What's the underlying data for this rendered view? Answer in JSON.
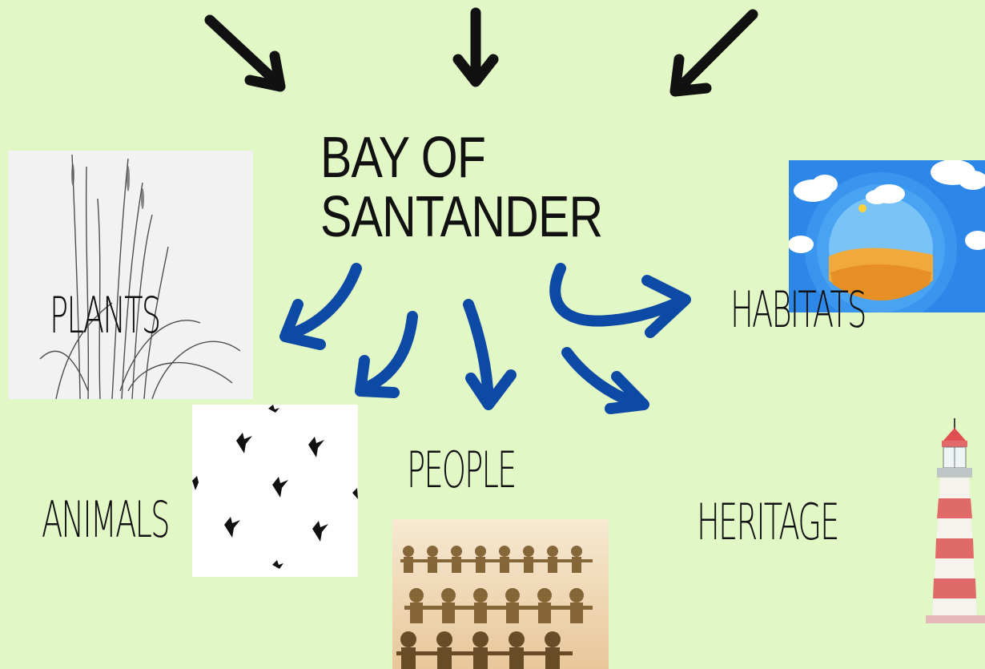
{
  "title_line1": "BAY OF",
  "title_line2": "SANTANDER",
  "labels": {
    "plants": "PLANTS",
    "animals": "ANIMALS",
    "people": "PEOPLE",
    "habitats": "HABITATS",
    "heritage": "HERITAGE"
  },
  "colors": {
    "background": "#e2f7c6",
    "arrow_black": "#111111",
    "arrow_blue": "#0d4aa6"
  },
  "icons": [
    "grass-stalks-image",
    "birds-pattern-image",
    "paper-people-chain-image",
    "desert-landscape-image",
    "lighthouse-image"
  ]
}
